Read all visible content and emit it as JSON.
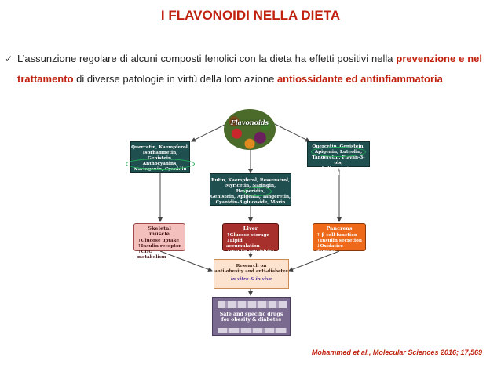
{
  "slide": {
    "title": "I FLAVONOIDI NELLA DIETA",
    "bullet": {
      "part1": "L’assunzione regolare di alcuni composti fenolici con la dieta ha effetti positivi nella ",
      "hl1": "prevenzione e nel trattamento",
      "part2": " di diverse patologie in virtù della loro azione ",
      "hl2": "antiossidante ed antinfiammatoria"
    },
    "citation": "Mohammed et al., Molecular Sciences 2016; 17,569"
  },
  "diagram": {
    "center_label": "Flavonoids",
    "left_compounds": [
      "Quercetin, Kaempferol,",
      "Isorhamnetin, Genistein,",
      "Anthocyanins,",
      "Naringenin, Cyanidin"
    ],
    "mid_compounds": [
      "Rutin, Kaempferol, Resveratrol,",
      "Myricetin, Naringin, Hesperidin,",
      "Genistein, Apigenin, Tangeretin,",
      "Cyanidin-3 glucoside, Morin"
    ],
    "right_compounds": [
      "Quercetin, Genistein,",
      "Apigenin, Luteolin,",
      "Tangeretin, Flavan-3-ols,",
      "Anthocyanins, Theaflavins"
    ],
    "skeletal": {
      "title": "Skeletal muscle",
      "items": [
        "↑Glucose uptake",
        "↑Insulin receptor",
        "↑CHO metabolism"
      ],
      "color": "#f4c0bd"
    },
    "liver": {
      "title": "Liver",
      "items": [
        "↑Glucose storage",
        "↓Lipid accumulation",
        "↑Insulin sensitivity"
      ],
      "color": "#a8302c"
    },
    "pancreas": {
      "title": "Pancreas",
      "items": [
        "↑ β cell function",
        "↑Insulin secretion",
        "↓Oxidative damage"
      ],
      "color": "#ee6a1a"
    },
    "research": {
      "line1": "Research on",
      "line2": "anti-obesity and anti-diabetes",
      "line3": "in vitro & in vivo"
    },
    "drugs": {
      "line1": "Safe and specific drugs",
      "line2": "for obesity & diabetes"
    }
  }
}
